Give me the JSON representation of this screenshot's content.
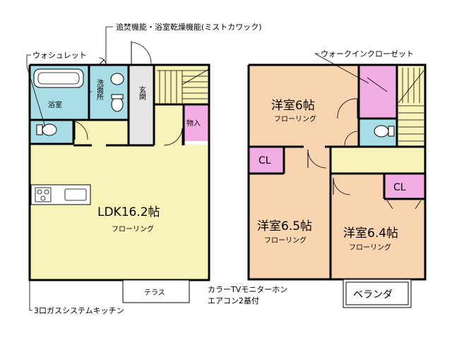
{
  "annotations": {
    "bath_features": "追焚機能・浴室乾燥機能(ミストカワック)",
    "washlet": "ウォシュレット",
    "walk_in_closet": "ウォークインクローゼット",
    "kitchen": "3口ガスシステムキッチン",
    "tv_monitor": "カラーTVモニターホン",
    "aircon": "エアコン2基付"
  },
  "first_floor": {
    "bathroom": "浴室",
    "washroom": "洗面所",
    "entrance": "玄関",
    "storage": "物入",
    "ldk_name": "LDK16.2帖",
    "ldk_floor": "フローリング",
    "terrace": "テラス"
  },
  "second_floor": {
    "room_a_name": "洋室6帖",
    "room_a_floor": "フローリング",
    "room_b_name": "洋室6.5帖",
    "room_b_floor": "フローリング",
    "room_c_name": "洋室6.4帖",
    "room_c_floor": "フローリング",
    "closet_1": "CL",
    "closet_2": "CL",
    "balcony": "ベランダ"
  },
  "colors": {
    "ldk": "#f8f3b8",
    "wet_area": "#a8dde6",
    "bedroom": "#f8d4b0",
    "closet": "#f2aee2",
    "hall": "#ffffff",
    "wall": "#000000"
  }
}
